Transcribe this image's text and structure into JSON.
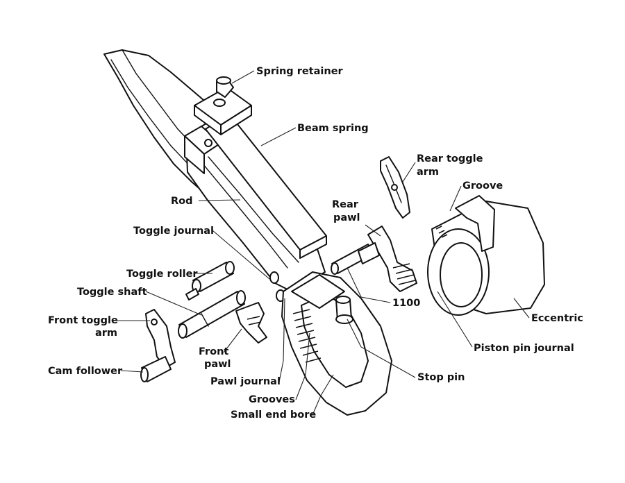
{
  "labels": {
    "spring_retainer": "Spring retainer",
    "beam_spring": "Beam spring",
    "rear_toggle_arm_1": "Rear toggle",
    "rear_toggle_arm_2": "arm",
    "groove": "Groove",
    "rod": "Rod",
    "rear_pawl_1": "Rear",
    "rear_pawl_2": "pawl",
    "toggle_journal": "Toggle journal",
    "toggle_roller": "Toggle roller",
    "toggle_shaft": "Toggle shaft",
    "front_toggle_arm_1": "Front toggle",
    "front_toggle_arm_2": "arm",
    "part_number": "1100",
    "eccentric": "Eccentric",
    "piston_pin_journal": "Piston pin journal",
    "front_pawl_1": "Front",
    "front_pawl_2": "pawl",
    "cam_follower": "Cam follower",
    "pawl_journal": "Pawl journal",
    "stop_pin": "Stop pin",
    "grooves": "Grooves",
    "small_end_bore": "Small end bore"
  }
}
